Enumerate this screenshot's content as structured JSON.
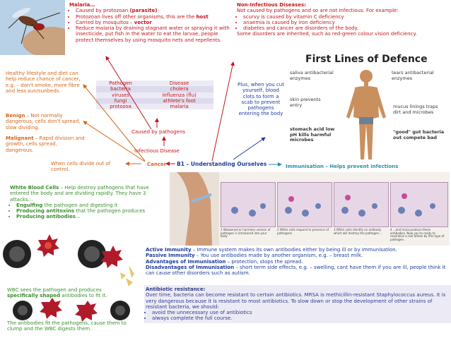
{
  "malaria": {
    "title": "Malaria…",
    "items": [
      {
        "pre": "Caused by protozoan ",
        "bold": "(parasite)",
        "post": ""
      },
      {
        "pre": "Protozoan lives off other organisms, this are the ",
        "bold": "host",
        "post": ""
      },
      {
        "pre": "Carried by mosquitos – ",
        "bold": "vector",
        "post": ""
      },
      {
        "pre": "Reduce malaria by draining stagnant water or spraying it with insecticide, put fish in the water to eat the larvae, people protect themselves by using mosquito nets and repellents.",
        "bold": "",
        "post": ""
      }
    ]
  },
  "noninfectious": {
    "title": "Non-Infectious Diseases:",
    "intro": "Not caused by pathogens and so are not infectious. For example:",
    "items": [
      "scurvy is caused by vitamin C deficiency",
      "anaemia is caused by iron deficiency",
      "diabetes and cancer are disorders of the body."
    ],
    "outro": "Some disorders are inherited, such as red-green colour vision deficiency."
  },
  "healthy": "Healthy lifestyle and diet can help reduce chance of cancer, e.g. – don't smoke, more fibre and less sun/sunbeds.",
  "benign": {
    "label": "Benign",
    "text": " – Not normally dangerous, cells don't spread, slow dividing."
  },
  "malignant": {
    "label": "Malignant",
    "text": " – Rapid division and growth, cells spread, dangerous."
  },
  "pathogen_table": {
    "headers": [
      "Pathogen",
      "Disease"
    ],
    "rows": [
      [
        "bacteria",
        "cholera"
      ],
      [
        "viruses",
        "influenza (flu)"
      ],
      [
        "fungi",
        "athlete's foot"
      ],
      [
        "protozoa",
        "malaria"
      ]
    ]
  },
  "caused_by": "Caused by pathogens",
  "infectious": "Infectious Disease",
  "cancer": "Cancer",
  "cells_divide": "When cells divide out of control.",
  "central": "B1 – Understanding Ourselves",
  "immunisation": "Immunisation – Helps prevent infections",
  "plus_cut": "Plus, when you cut yourself, blood clots to form a scab to prevent pathogens entering the body",
  "defence": {
    "title": "First Lines of Defence",
    "saliva": "saliva antibacterial enzymes",
    "skin": "skin prevents entry",
    "stomach": "stomach acid low pH kills harmful microbes",
    "tears": "tears antibacterial enzymes",
    "mucus": "mucus linings traps dirt and microbes",
    "gut": "\"good\" gut bacteria out compete bad"
  },
  "wbc": {
    "title": "White Blood Cells",
    "intro": " – Help destroy pathogens that have entered the body and are dividing rapidly.  They have 3 attacks…",
    "items": [
      {
        "bold": "Engulfing",
        "text": " the pathogen and digesting it"
      },
      {
        "bold": "Producing antitoxins",
        "text": " that the pathogen produces"
      },
      {
        "bold": "Producing antibodies",
        "text": "…"
      }
    ],
    "sees_pre": "WBC sees the pathogen and produces ",
    "sees_bold": "specifically shaped",
    "sees_post": " antibodies to fit it.",
    "fit": "The antibodies fit the pathogens, cause them to clump and the WBC digests them."
  },
  "vaccine_panels": {
    "captions": [
      "1 Weakened or harmless version of pathogen is introduced into your body",
      "2 White cells respond to presence of pathogens",
      "3 White cells identify an antibody which will destroy the pathogen...",
      "4 ...and mass-produce these antibodies. Now you're ready to neutralise a real attack by this type of pathogen."
    ]
  },
  "immunity": [
    {
      "label": "Active Immunity",
      "text": " – Immune system makes its own antibodies either by being ill or by immunisation."
    },
    {
      "label": "Passive Immunity",
      "text": " – You use antibodies made by another organism, e.g. – breast milk."
    },
    {
      "label": "Advantages of Immunisation",
      "text": " – protection, stops the spread."
    },
    {
      "label": "Disadvantages of Immunisation",
      "text": " – short term side effects, e.g. – swelling, cant have them if you are ill, people think it can cause other disorders such as autism."
    }
  ],
  "resistance": {
    "title": "Antibiotic resistance:",
    "text": "Over time, bacteria can become resistant to certain antibiotics. MRSA is methicillin-resistant Staphylococcus aureus. It is very dangerous because it is resistant to most antibiotics. To slow down or stop the development of other strains of resistant bacteria, we should:",
    "items": [
      "avoid the unnecessary use of antibiotics",
      "always complete the full course."
    ]
  }
}
